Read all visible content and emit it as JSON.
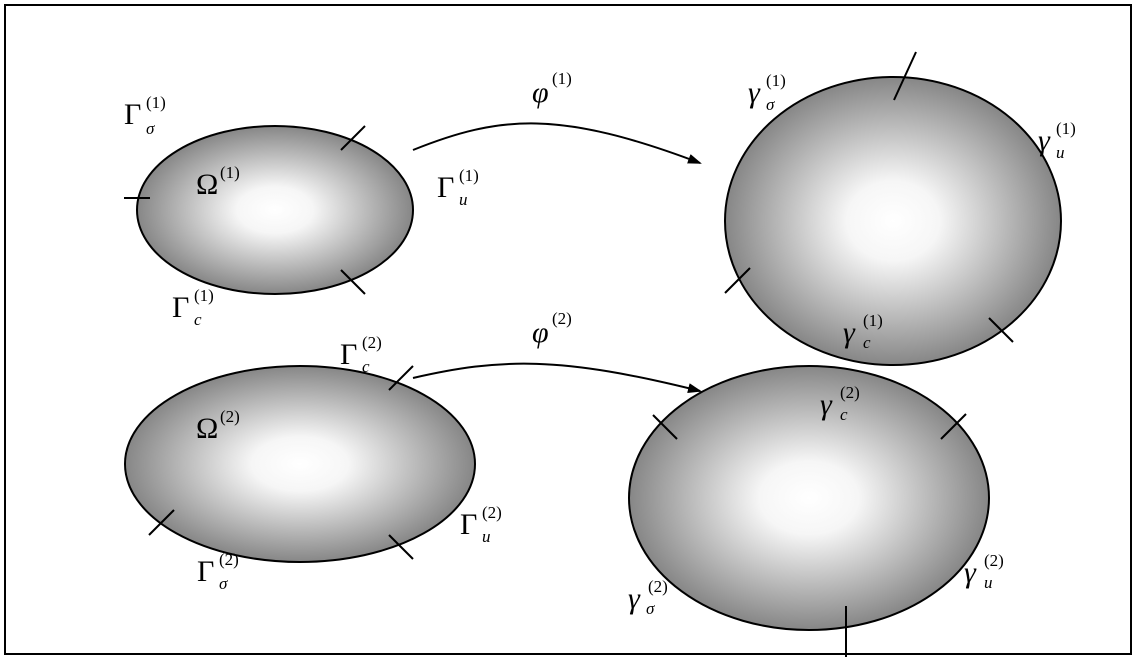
{
  "colors": {
    "stroke": "#000000",
    "body_light": "#ffffff",
    "body_dark": "#7a7a7a"
  },
  "labels": {
    "Gamma_sigma_1": {
      "base": "Γ",
      "sup": "(1)",
      "sub": "σ"
    },
    "Omega_1": {
      "base": "Ω",
      "sup": "(1)"
    },
    "Gamma_u_1": {
      "base": "Γ",
      "sup": "(1)",
      "sub": "u"
    },
    "Gamma_c_1": {
      "base": "Γ",
      "sup": "(1)",
      "sub": "c"
    },
    "phi_1": {
      "base": "φ",
      "sup": "(1)"
    },
    "gamma_sigma_1": {
      "base": "γ",
      "sup": "(1)",
      "sub": "σ"
    },
    "gamma_u_1": {
      "base": "γ",
      "sup": "(1)",
      "sub": "u"
    },
    "gamma_c_1": {
      "base": "γ",
      "sup": "(1)",
      "sub": "c"
    },
    "Gamma_c_2": {
      "base": "Γ",
      "sup": "(2)",
      "sub": "c"
    },
    "phi_2": {
      "base": "φ",
      "sup": "(2)"
    },
    "Omega_2": {
      "base": "Ω",
      "sup": "(2)"
    },
    "Gamma_u_2": {
      "base": "Γ",
      "sup": "(2)",
      "sub": "u"
    },
    "Gamma_sigma_2": {
      "base": "Γ",
      "sup": "(2)",
      "sub": "σ"
    },
    "gamma_c_2": {
      "base": "γ",
      "sup": "(2)",
      "sub": "c"
    },
    "gamma_u_2": {
      "base": "γ",
      "sup": "(2)",
      "sub": "u"
    },
    "gamma_sigma_2": {
      "base": "γ",
      "sup": "(2)",
      "sub": "σ"
    }
  }
}
